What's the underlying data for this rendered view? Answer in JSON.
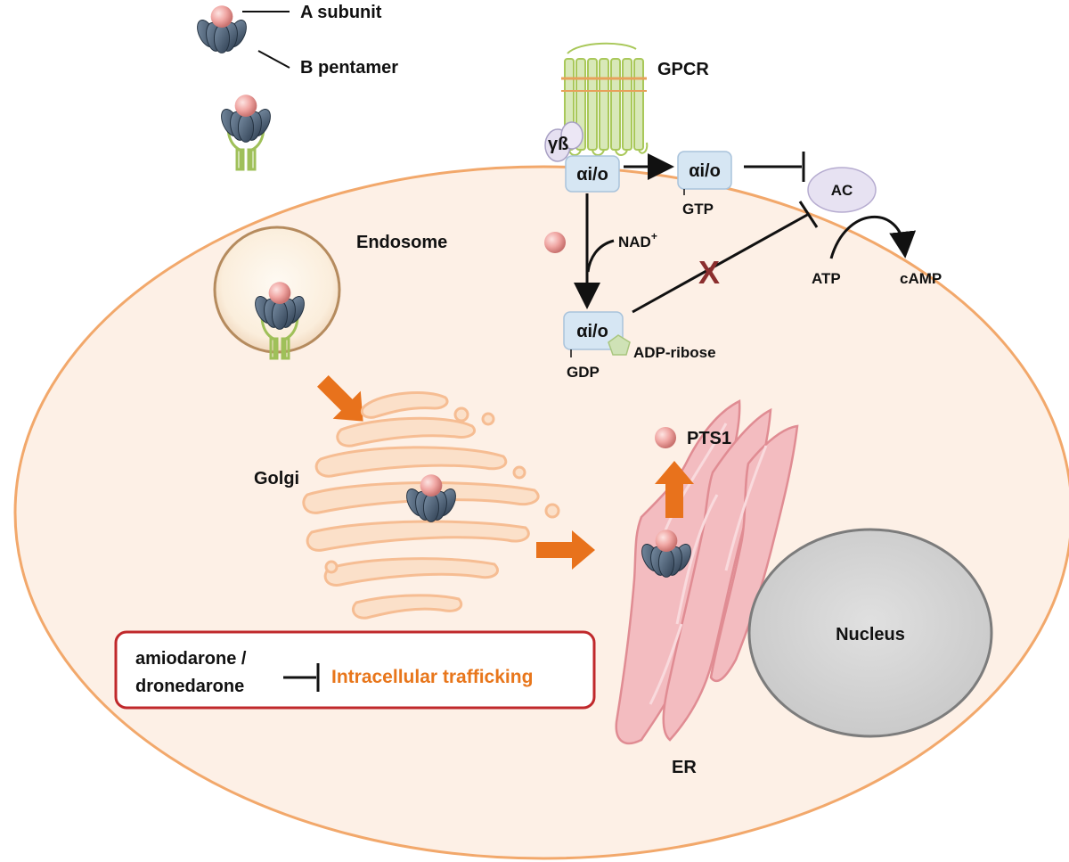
{
  "legend": {
    "a_subunit": "A subunit",
    "b_pentamer": "B pentamer"
  },
  "labels": {
    "gpcr": "GPCR",
    "gbeta_gamma": "γß",
    "galpha_1": "αi/o",
    "galpha_2": "αi/o",
    "galpha_3": "αi/o",
    "gtp": "GTP",
    "gdp": "GDP",
    "nad": "NAD",
    "nad_sup": "+",
    "ac": "AC",
    "atp": "ATP",
    "camp": "cAMP",
    "adp_ribose": "ADP-ribose",
    "endosome": "Endosome",
    "golgi": "Golgi",
    "pts1": "PTS1",
    "er": "ER",
    "nucleus": "Nucleus",
    "block_x": "X"
  },
  "inhibition_box": {
    "drug_line1": "amiodarone /",
    "drug_line2": "dronedarone",
    "process": "Intracellular trafficking"
  },
  "colors": {
    "cell_fill": "#fdf0e6",
    "cell_stroke": "#f2a86b",
    "arrow_orange": "#e8721c",
    "a_subunit_pink": "#f1a9a6",
    "b_pentamer_blue": "#4f6478",
    "receptor_green": "#a9c85a",
    "galpha_blue": "#d6e6f3",
    "ac_lilac": "#e7e2f2",
    "er_pink": "#efb3b8",
    "nucleus_gray": "#d4d4d4",
    "box_red": "#c0282b",
    "block_x_red": "#8b2e2e"
  }
}
